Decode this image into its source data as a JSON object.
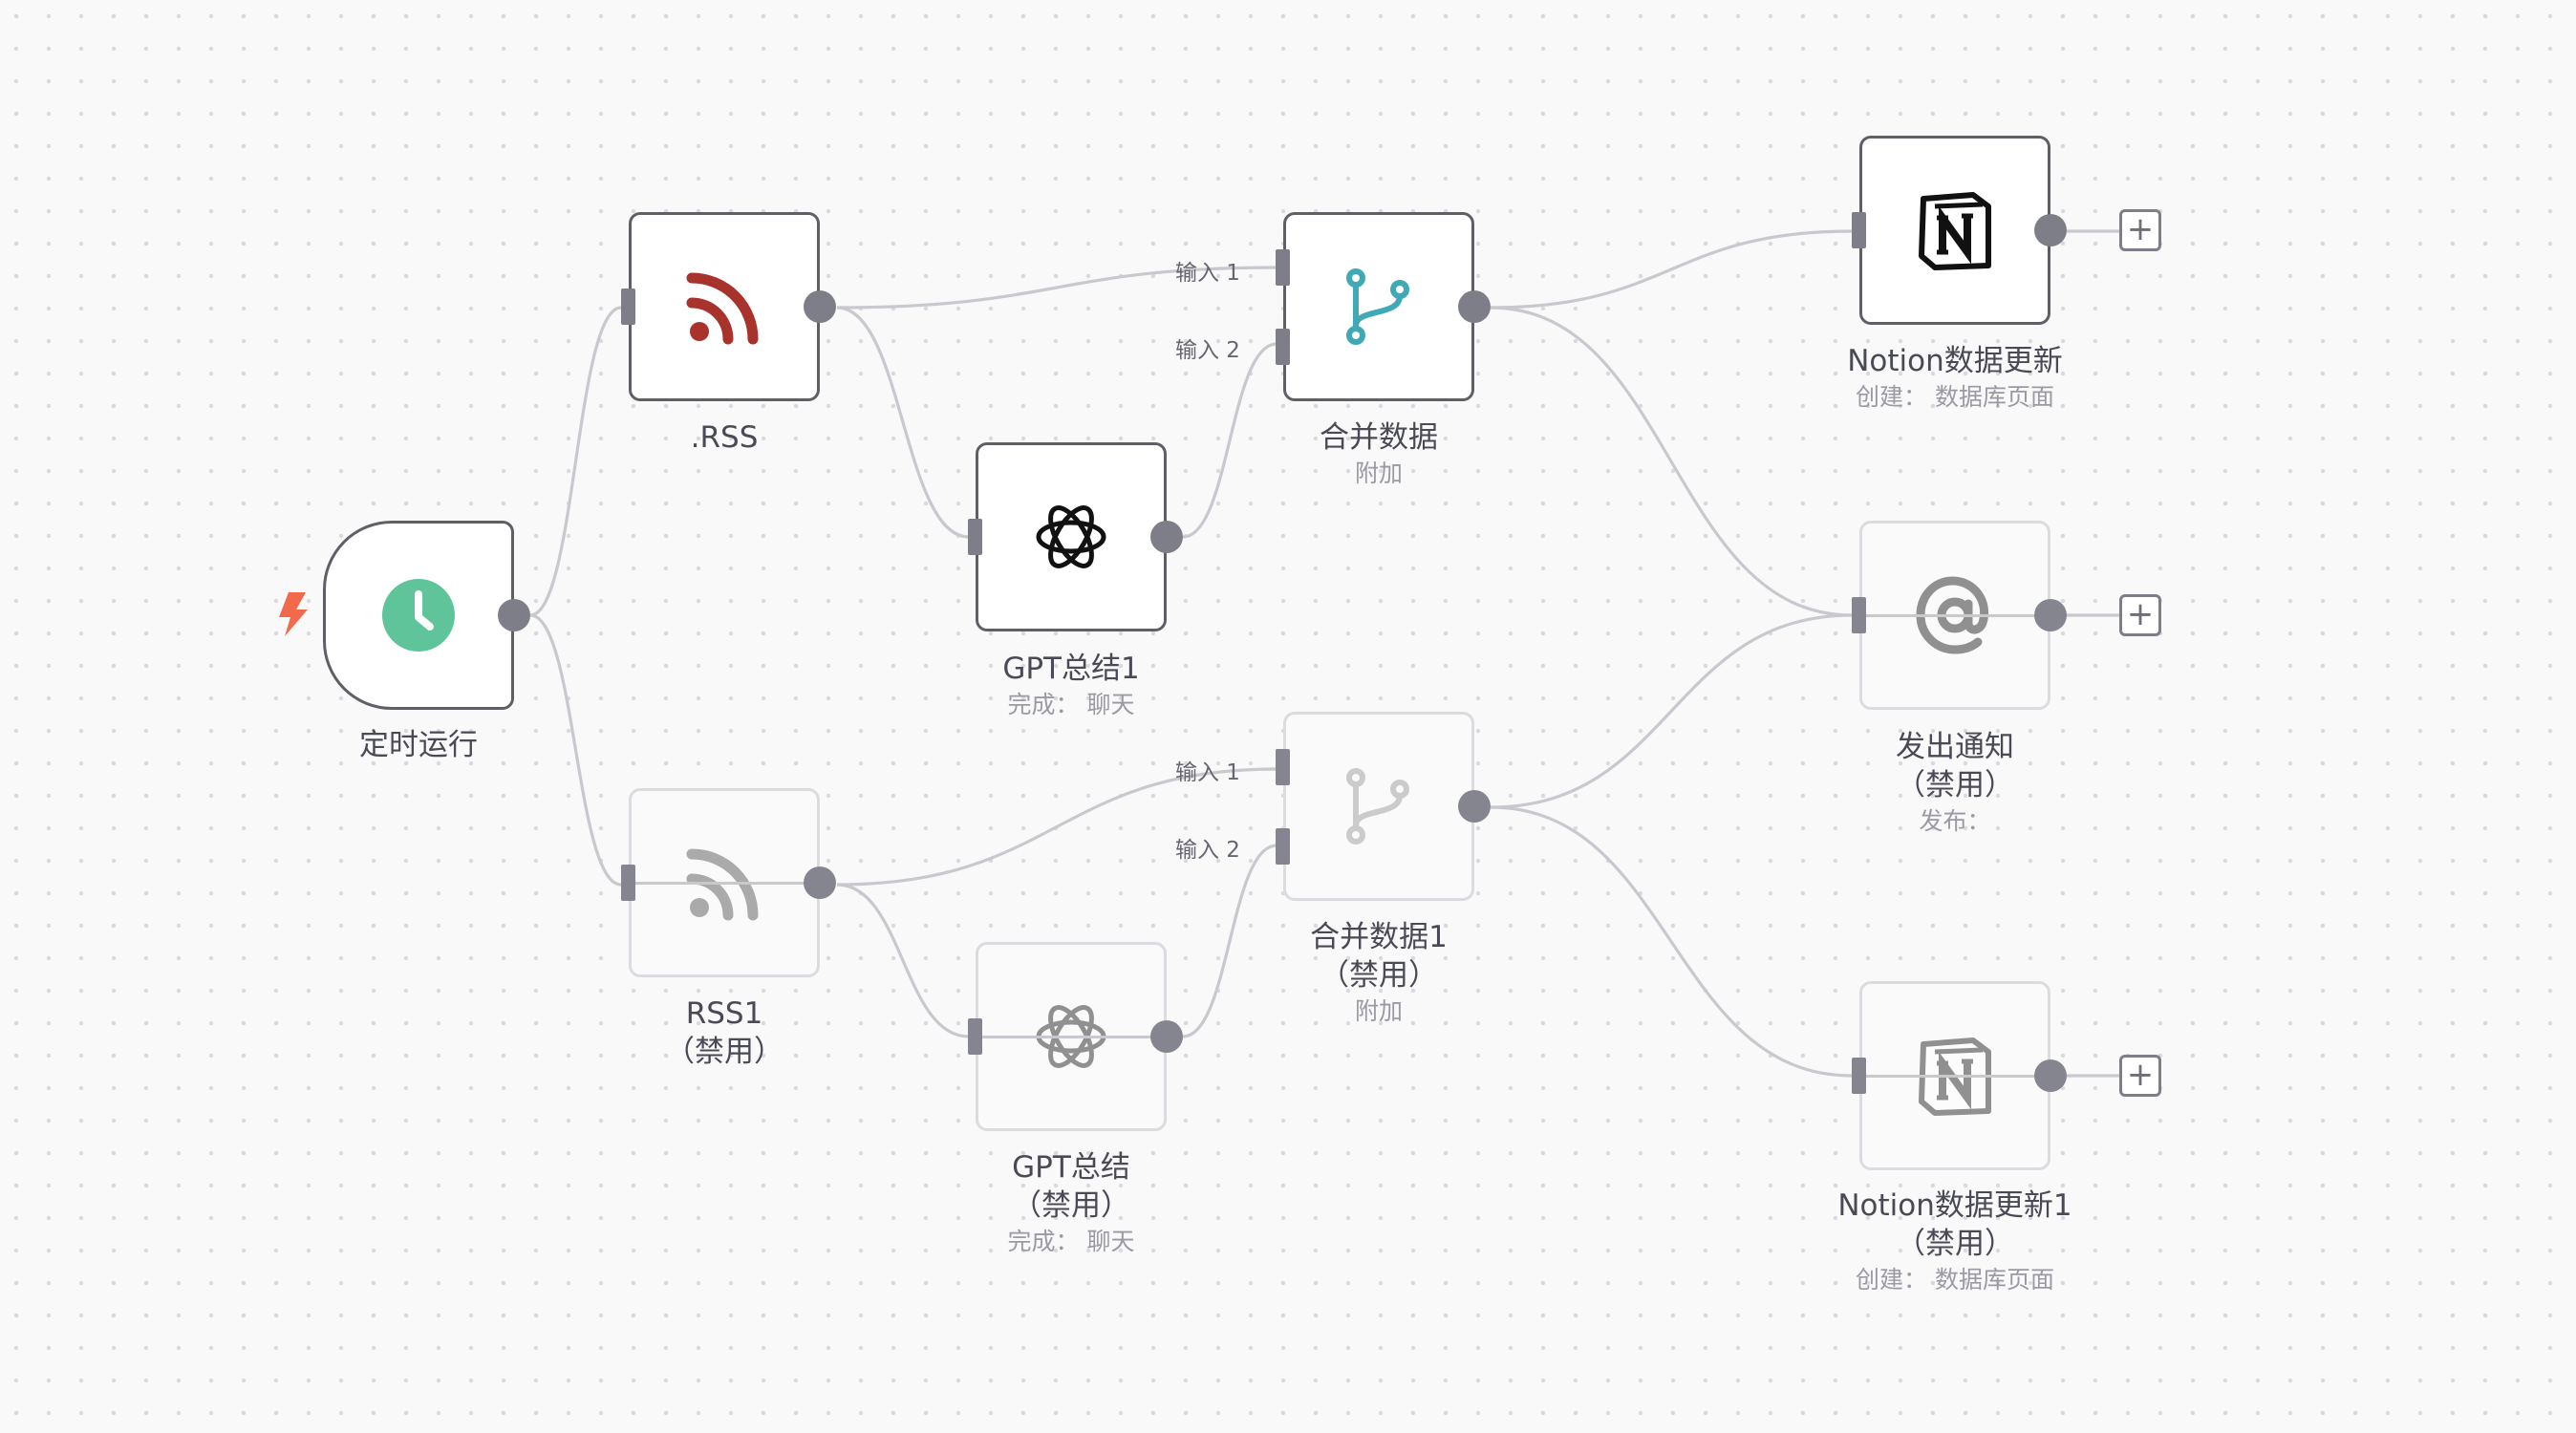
{
  "colors": {
    "node_border": "#5f5f66",
    "disabled_border": "#dcdce0",
    "handle": "#7e7e88",
    "edge": "#c8c8ce",
    "canvas_bg": "#f9f9fa",
    "rss": "#a8332c",
    "merge": "#3fa9b5",
    "trigger": "#5fc49a",
    "bolt": "#f06a4b"
  },
  "nodes": {
    "schedule": {
      "label": "定时运行",
      "icon": "clock-icon"
    },
    "rss": {
      "label": ".RSS",
      "icon": "rss-icon"
    },
    "gpt1": {
      "label": "GPT总结1",
      "sub": "完成：  聊天",
      "icon": "openai-icon"
    },
    "merge": {
      "label": "合并数据",
      "sub": "附加",
      "icon": "merge-icon",
      "input1": "输入 1",
      "input2": "输入 2"
    },
    "notion": {
      "label": "Notion数据更新",
      "sub": "创建：  数据库页面",
      "icon": "notion-icon"
    },
    "notify": {
      "label": "发出通知",
      "disabled": "（禁用）",
      "sub": "发布：",
      "icon": "at-icon"
    },
    "rss1": {
      "label": "RSS1",
      "disabled": "（禁用）",
      "icon": "rss-icon"
    },
    "gpt": {
      "label": "GPT总结",
      "disabled": "（禁用）",
      "sub": "完成：  聊天",
      "icon": "openai-icon"
    },
    "merge1": {
      "label": "合并数据1",
      "disabled": "（禁用）",
      "sub": "附加",
      "input1": "输入 1",
      "input2": "输入 2",
      "icon": "merge-icon"
    },
    "notion1": {
      "label": "Notion数据更新1",
      "disabled": "（禁用）",
      "sub": "创建：  数据库页面",
      "icon": "notion-icon"
    }
  },
  "add_button": "+"
}
